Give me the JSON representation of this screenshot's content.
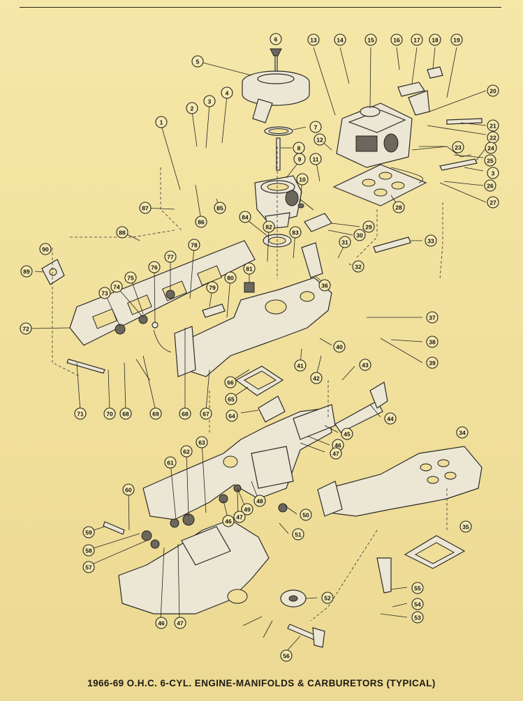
{
  "caption": "1966-69 O.H.C. 6-CYL. ENGINE-MANIFOLDS & CARBURETORS (TYPICAL)",
  "colors": {
    "paper": "#f2e3a2",
    "ink": "#222222",
    "part_fill": "#ece6d4"
  },
  "callouts": [
    "1",
    "2",
    "3",
    "4",
    "5",
    "6",
    "7",
    "8",
    "9",
    "10",
    "11",
    "12",
    "13",
    "14",
    "15",
    "16",
    "17",
    "18",
    "19",
    "20",
    "21",
    "22",
    "23",
    "24",
    "25",
    "3",
    "26",
    "27",
    "28",
    "29",
    "30",
    "31",
    "32",
    "33",
    "34",
    "35",
    "36",
    "37",
    "38",
    "39",
    "40",
    "41",
    "42",
    "43",
    "44",
    "45",
    "46",
    "47",
    "48",
    "49",
    "46",
    "47",
    "50",
    "51",
    "52",
    "53",
    "54",
    "55",
    "56",
    "46",
    "47",
    "57",
    "58",
    "59",
    "60",
    "61",
    "62",
    "63",
    "64",
    "65",
    "66",
    "67",
    "68",
    "69",
    "68",
    "70",
    "71",
    "72",
    "73",
    "74",
    "75",
    "76",
    "77",
    "78",
    "79",
    "80",
    "81",
    "82",
    "83",
    "84",
    "85",
    "86",
    "87",
    "88",
    "89",
    "90"
  ]
}
